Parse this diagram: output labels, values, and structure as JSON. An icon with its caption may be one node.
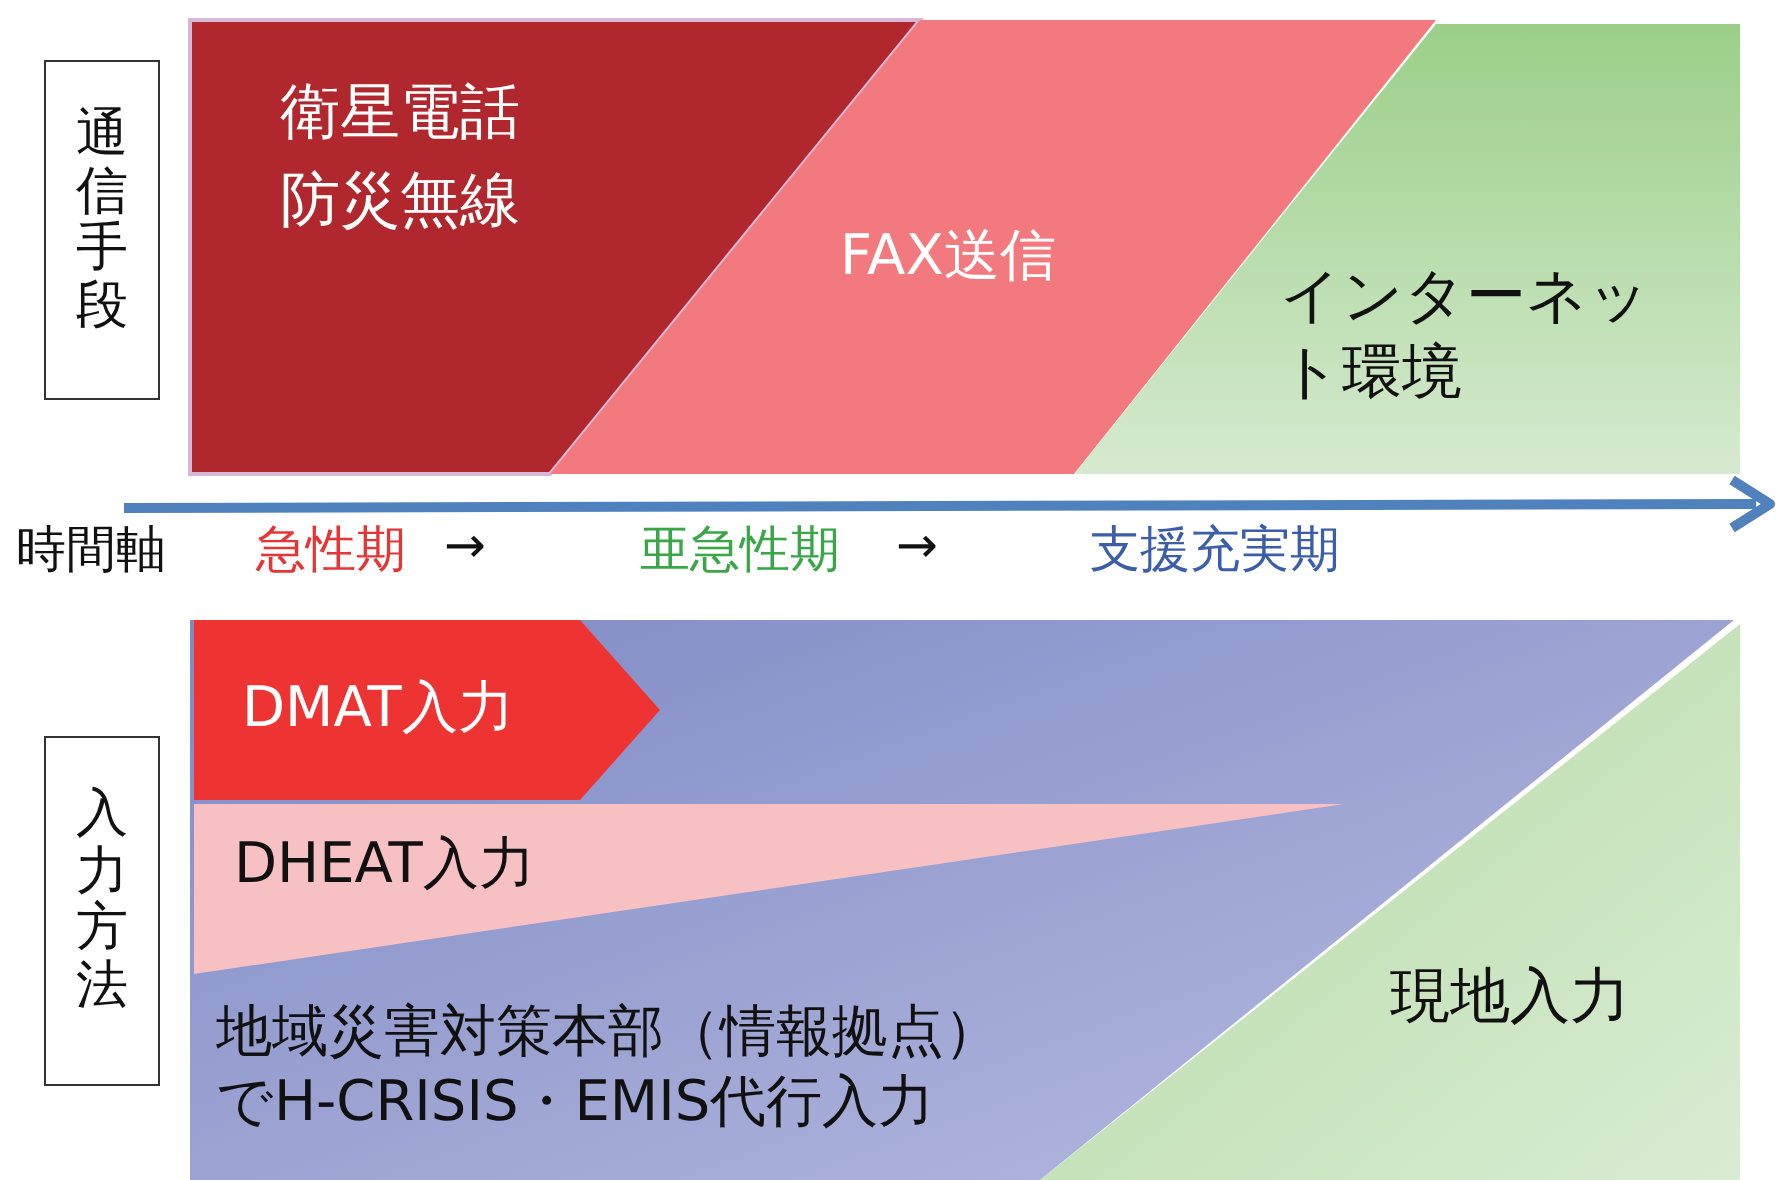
{
  "diagram": {
    "nodes": [
      {
        "text": [
          "通信手段"
        ]
      },
      {
        "text": [
          "衛星電話",
          "防災無線"
        ]
      },
      {
        "text": [
          "FAX送信"
        ]
      },
      {
        "text": [
          "インターネット環境"
        ]
      },
      {
        "text": [
          "入力方法"
        ]
      },
      {
        "text": [
          "地域災害対策本部（情報拠点）でH-CRISIS・EMIS代行入力"
        ]
      },
      {
        "text": [
          "DMAT入力"
        ],
        "in": 5
      },
      {
        "text": [
          "DHEAT入力"
        ],
        "in": 5
      },
      {
        "text": [
          "現地入力"
        ]
      }
    ],
    "labels": [
      "時間軸",
      "急性期",
      "→",
      "亜急性期",
      "→",
      "支援充実期"
    ]
  }
}
